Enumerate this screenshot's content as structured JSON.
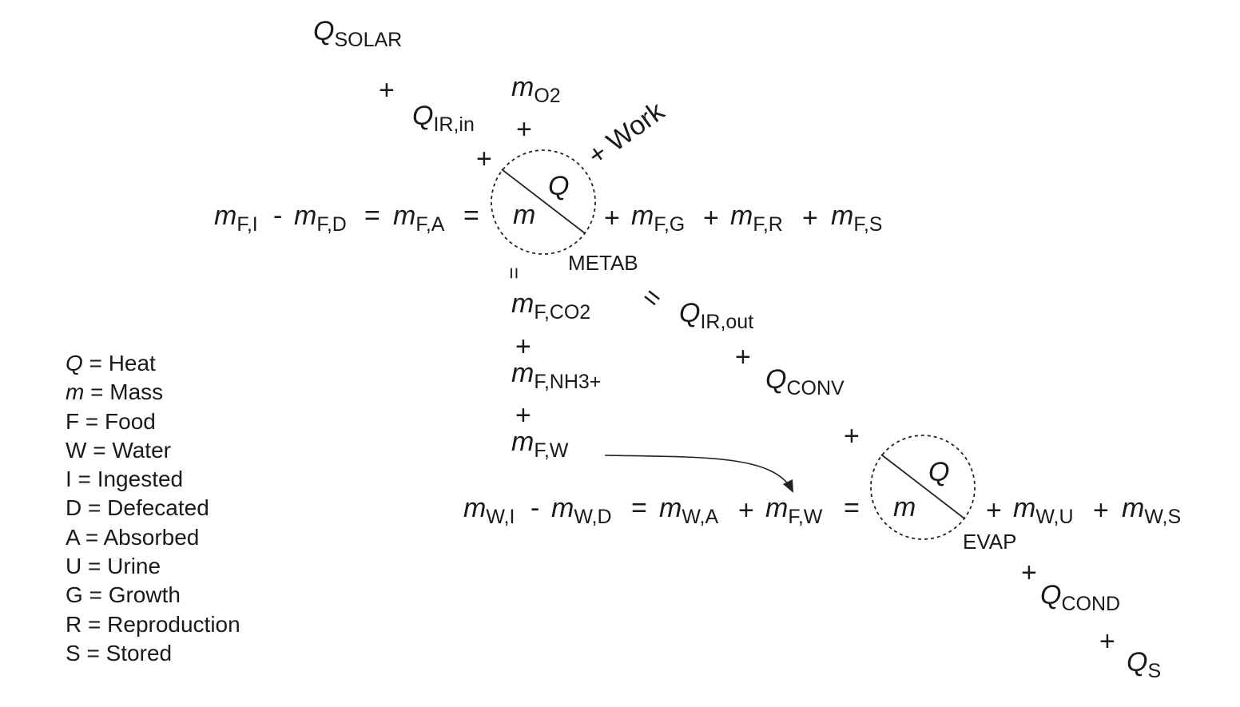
{
  "terms": {
    "q_solar": {
      "sym": "Q",
      "sub": "SOLAR"
    },
    "q_ir_in": {
      "sym": "Q",
      "sub": "IR,in"
    },
    "m_o2": {
      "sym": "m",
      "sub": "O2"
    },
    "work": "+ Work",
    "m_f_i": {
      "sym": "m",
      "sub": "F,I"
    },
    "m_f_d": {
      "sym": "m",
      "sub": "F,D"
    },
    "m_f_a": {
      "sym": "m",
      "sub": "F,A"
    },
    "m_f_g": {
      "sym": "m",
      "sub": "F,G"
    },
    "m_f_r": {
      "sym": "m",
      "sub": "F,R"
    },
    "m_f_s": {
      "sym": "m",
      "sub": "F,S"
    },
    "m_f_co2": {
      "sym": "m",
      "sub": "F,CO2"
    },
    "m_f_nh3": {
      "sym": "m",
      "sub": "F,NH3+"
    },
    "m_f_w": {
      "sym": "m",
      "sub": "F,W"
    },
    "q_ir_out": {
      "sym": "Q",
      "sub": "IR,out"
    },
    "q_conv": {
      "sym": "Q",
      "sub": "CONV"
    },
    "m_w_i": {
      "sym": "m",
      "sub": "W,I"
    },
    "m_w_d": {
      "sym": "m",
      "sub": "W,D"
    },
    "m_w_a": {
      "sym": "m",
      "sub": "W,A"
    },
    "m_f_w2": {
      "sym": "m",
      "sub": "F,W"
    },
    "m_w_u": {
      "sym": "m",
      "sub": "W,U"
    },
    "m_w_s": {
      "sym": "m",
      "sub": "W,S"
    },
    "q_cond": {
      "sym": "Q",
      "sub": "COND"
    },
    "q_s": {
      "sym": "Q",
      "sub": "S"
    }
  },
  "operators": {
    "plus": "+",
    "minus": "-",
    "equals": "=",
    "equals_vertical": "="
  },
  "circles": {
    "metab": {
      "top": "Q",
      "bottom": "m",
      "label": "METAB"
    },
    "evap": {
      "top": "Q",
      "bottom": "m",
      "label": "EVAP"
    }
  },
  "legend": [
    {
      "sym": "Q",
      "italic": true,
      "text": " = Heat"
    },
    {
      "sym": "m",
      "italic": true,
      "text": " = Mass"
    },
    {
      "sym": "F",
      "italic": false,
      "text": " = Food"
    },
    {
      "sym": "W",
      "italic": false,
      "text": " = Water"
    },
    {
      "sym": "I",
      "italic": false,
      "text": " = Ingested"
    },
    {
      "sym": "D",
      "italic": false,
      "text": " = Defecated"
    },
    {
      "sym": "A",
      "italic": false,
      "text": " = Absorbed"
    },
    {
      "sym": "U",
      "italic": false,
      "text": " = Urine"
    },
    {
      "sym": "G",
      "italic": false,
      "text": " = Growth"
    },
    {
      "sym": "R",
      "italic": false,
      "text": " = Reproduction"
    },
    {
      "sym": "S",
      "italic": false,
      "text": " = Stored"
    }
  ]
}
